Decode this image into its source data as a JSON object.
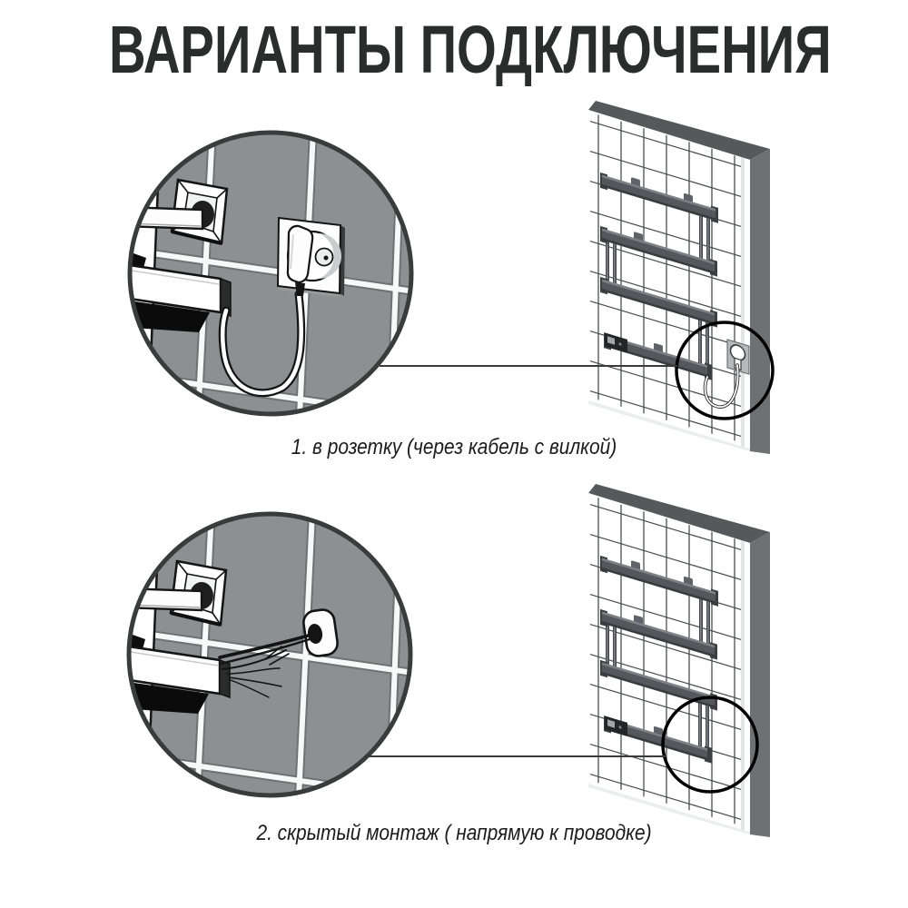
{
  "title": "ВАРИАНТЫ ПОДКЛЮЧЕНИЯ",
  "sections": [
    {
      "caption": "1. в розетку (через кабель с вилкой)",
      "zoom_illustration": "wall-socket-with-plug-and-looped-cable",
      "wall_illustration": "towel-rail-on-tiled-wall-plugged-into-socket"
    },
    {
      "caption": "2. скрытый монтаж ( напрямую к проводке)",
      "zoom_illustration": "stripped-wires-into-concealed-wall-outlet",
      "wall_illustration": "towel-rail-on-tiled-wall-hidden-wiring"
    }
  ],
  "colors": {
    "background": "#ffffff",
    "title_text": "#2b2d2c",
    "caption_text": "#1b1b1b",
    "tile_gray": "#8c9090",
    "grout_white": "#f7f8f8",
    "wall_top_face": "#56595b",
    "wall_side_face": "#6e7173",
    "wall_grid_line": "#4b4e50",
    "towel_rail": "#54575b",
    "leader_line": "#3a3a3a",
    "highlight_circle": "#000000"
  }
}
